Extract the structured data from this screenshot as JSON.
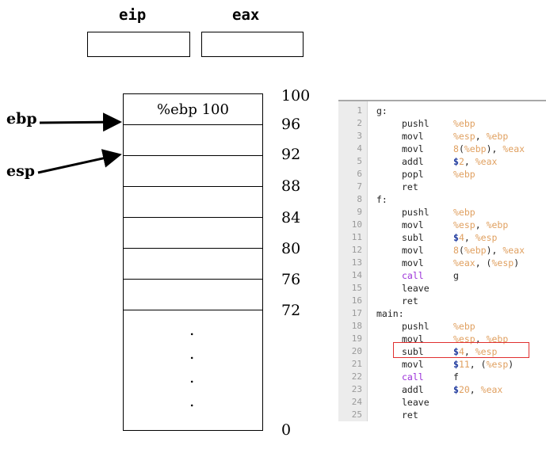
{
  "registers": [
    {
      "name": "eip"
    },
    {
      "name": "eax"
    }
  ],
  "pointers": {
    "ebp": "ebp",
    "esp": "esp"
  },
  "stack": {
    "top_slot_text": "%ebp 100",
    "addresses": [
      "100",
      "96",
      "92",
      "88",
      "84",
      "80",
      "76",
      "72",
      "0"
    ],
    "ellipsis": [
      ".",
      ".",
      ".",
      "."
    ]
  },
  "code": {
    "line_numbers": [
      "1",
      "2",
      "3",
      "4",
      "5",
      "6",
      "7",
      "8",
      "9",
      "10",
      "11",
      "12",
      "13",
      "14",
      "15",
      "16",
      "17",
      "18",
      "19",
      "20",
      "21",
      "22",
      "23",
      "24",
      "25"
    ],
    "lines": [
      {
        "label": "g:"
      },
      {
        "op": "pushl",
        "args": [
          {
            "t": "reg",
            "v": "%ebp"
          }
        ]
      },
      {
        "op": "movl",
        "args": [
          {
            "t": "reg",
            "v": "%esp"
          },
          {
            "t": "plain",
            "v": ", "
          },
          {
            "t": "reg",
            "v": "%ebp"
          }
        ]
      },
      {
        "op": "movl",
        "args": [
          {
            "t": "num",
            "v": "8"
          },
          {
            "t": "plain",
            "v": "("
          },
          {
            "t": "reg",
            "v": "%ebp"
          },
          {
            "t": "plain",
            "v": "), "
          },
          {
            "t": "reg",
            "v": "%eax"
          }
        ]
      },
      {
        "op": "addl",
        "args": [
          {
            "t": "dollar",
            "v": "$"
          },
          {
            "t": "num",
            "v": "2"
          },
          {
            "t": "plain",
            "v": ", "
          },
          {
            "t": "reg",
            "v": "%eax"
          }
        ]
      },
      {
        "op": "popl",
        "args": [
          {
            "t": "reg",
            "v": "%ebp"
          }
        ]
      },
      {
        "op": "ret",
        "args": []
      },
      {
        "label": "f:"
      },
      {
        "op": "pushl",
        "args": [
          {
            "t": "reg",
            "v": "%ebp"
          }
        ]
      },
      {
        "op": "movl",
        "args": [
          {
            "t": "reg",
            "v": "%esp"
          },
          {
            "t": "plain",
            "v": ", "
          },
          {
            "t": "reg",
            "v": "%ebp"
          }
        ]
      },
      {
        "op": "subl",
        "args": [
          {
            "t": "dollar",
            "v": "$"
          },
          {
            "t": "num",
            "v": "4"
          },
          {
            "t": "plain",
            "v": ", "
          },
          {
            "t": "reg",
            "v": "%esp"
          }
        ]
      },
      {
        "op": "movl",
        "args": [
          {
            "t": "num",
            "v": "8"
          },
          {
            "t": "plain",
            "v": "("
          },
          {
            "t": "reg",
            "v": "%ebp"
          },
          {
            "t": "plain",
            "v": "), "
          },
          {
            "t": "reg",
            "v": "%eax"
          }
        ]
      },
      {
        "op": "movl",
        "args": [
          {
            "t": "reg",
            "v": "%eax"
          },
          {
            "t": "plain",
            "v": ", ("
          },
          {
            "t": "reg",
            "v": "%esp"
          },
          {
            "t": "plain",
            "v": ")"
          }
        ]
      },
      {
        "op": "call",
        "kw": true,
        "args": [
          {
            "t": "plain",
            "v": "g"
          }
        ]
      },
      {
        "op": "leave",
        "args": []
      },
      {
        "op": "ret",
        "args": []
      },
      {
        "label": "main:"
      },
      {
        "op": "pushl",
        "args": [
          {
            "t": "reg",
            "v": "%ebp"
          }
        ]
      },
      {
        "op": "movl",
        "args": [
          {
            "t": "reg",
            "v": "%esp"
          },
          {
            "t": "plain",
            "v": ", "
          },
          {
            "t": "reg",
            "v": "%ebp"
          }
        ]
      },
      {
        "op": "subl",
        "args": [
          {
            "t": "dollar",
            "v": "$"
          },
          {
            "t": "num",
            "v": "4"
          },
          {
            "t": "plain",
            "v": ", "
          },
          {
            "t": "reg",
            "v": "%esp"
          }
        ]
      },
      {
        "op": "movl",
        "args": [
          {
            "t": "dollar",
            "v": "$"
          },
          {
            "t": "num",
            "v": "11"
          },
          {
            "t": "plain",
            "v": ", ("
          },
          {
            "t": "reg",
            "v": "%esp"
          },
          {
            "t": "plain",
            "v": ")"
          }
        ]
      },
      {
        "op": "call",
        "kw": true,
        "args": [
          {
            "t": "plain",
            "v": "f"
          }
        ]
      },
      {
        "op": "addl",
        "args": [
          {
            "t": "dollar",
            "v": "$"
          },
          {
            "t": "num",
            "v": "20"
          },
          {
            "t": "plain",
            "v": ", "
          },
          {
            "t": "reg",
            "v": "%eax"
          }
        ]
      },
      {
        "op": "leave",
        "args": []
      },
      {
        "op": "ret",
        "args": []
      }
    ],
    "highlighted_line": 20,
    "colors": {
      "keyword": "#9b30d9",
      "literal": "#e0a060",
      "dollar": "#1f3a9e",
      "highlight": "#e03030"
    }
  }
}
